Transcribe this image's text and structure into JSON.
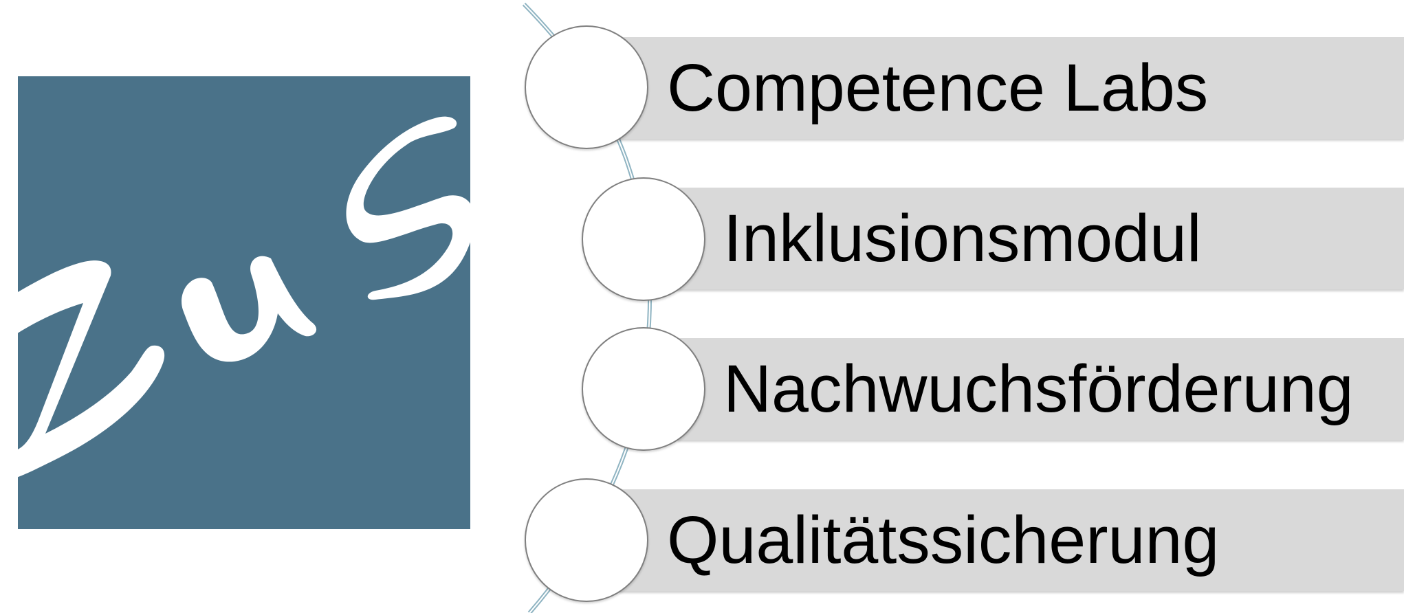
{
  "logo": {
    "text": "ZuS",
    "background_color": "#4a7289",
    "letter_color": "#ffffff"
  },
  "diagram": {
    "bar_color": "#d9d9d9",
    "connector_color": "#8fb4c2",
    "items": [
      {
        "label": "Competence Labs"
      },
      {
        "label": "Inklusionsmodul"
      },
      {
        "label": "Nachwuchsförderung"
      },
      {
        "label": "Qualitätssicherung"
      }
    ]
  }
}
